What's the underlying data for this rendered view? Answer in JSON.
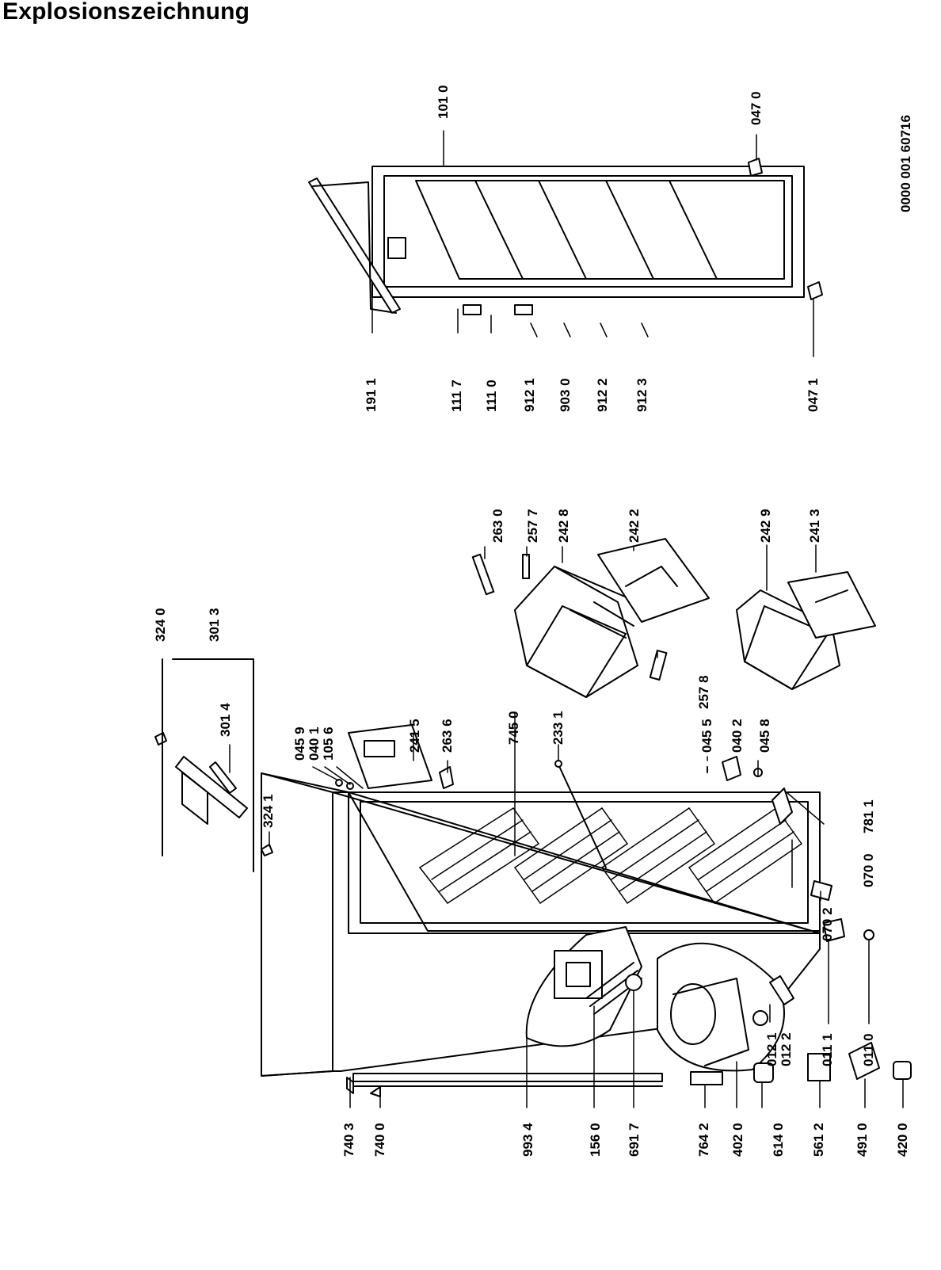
{
  "title": "Explosionszeichnung",
  "doc_id": "0000 001 60716",
  "labels": {
    "p7403": "740 3",
    "p7400": "740 0",
    "p9934": "993 4",
    "p1560": "156 0",
    "p6917": "691 7",
    "p7642": "764 2",
    "p4020": "402 0",
    "p6140": "614 0",
    "p5612": "561 2",
    "p4910": "491 0",
    "p4200": "420 0",
    "p0121": "012 1",
    "p0122": "012 2",
    "p0111": "011 1",
    "p0110": "011 0",
    "p0702": "070 2",
    "p0700": "070 0",
    "p7811": "781 1",
    "p0458": "045 8",
    "p0402": "040 2",
    "p0455": "045 5",
    "p7450": "745 0",
    "p2331": "233 1",
    "p2636": "263 6",
    "p2415": "241 5",
    "p0459": "045 9",
    "p0401": "040 1",
    "p1056": "105 6",
    "p3240": "324 0",
    "p3013": "301 3",
    "p3014": "301 4",
    "p3241": "324 1",
    "p2630": "263 0",
    "p2577": "257 7",
    "p2428": "242 8",
    "p2422": "242 2",
    "p2578": "257 8",
    "p2429": "242 9",
    "p2413": "241 3",
    "p1911": "191 1",
    "p1117": "111 7",
    "p1110": "111 0",
    "p9121": "912 1",
    "p9030": "903 0",
    "p9122": "912 2",
    "p9123": "912 3",
    "p0471": "047 1",
    "p1010": "101 0",
    "p0470": "047 0"
  }
}
